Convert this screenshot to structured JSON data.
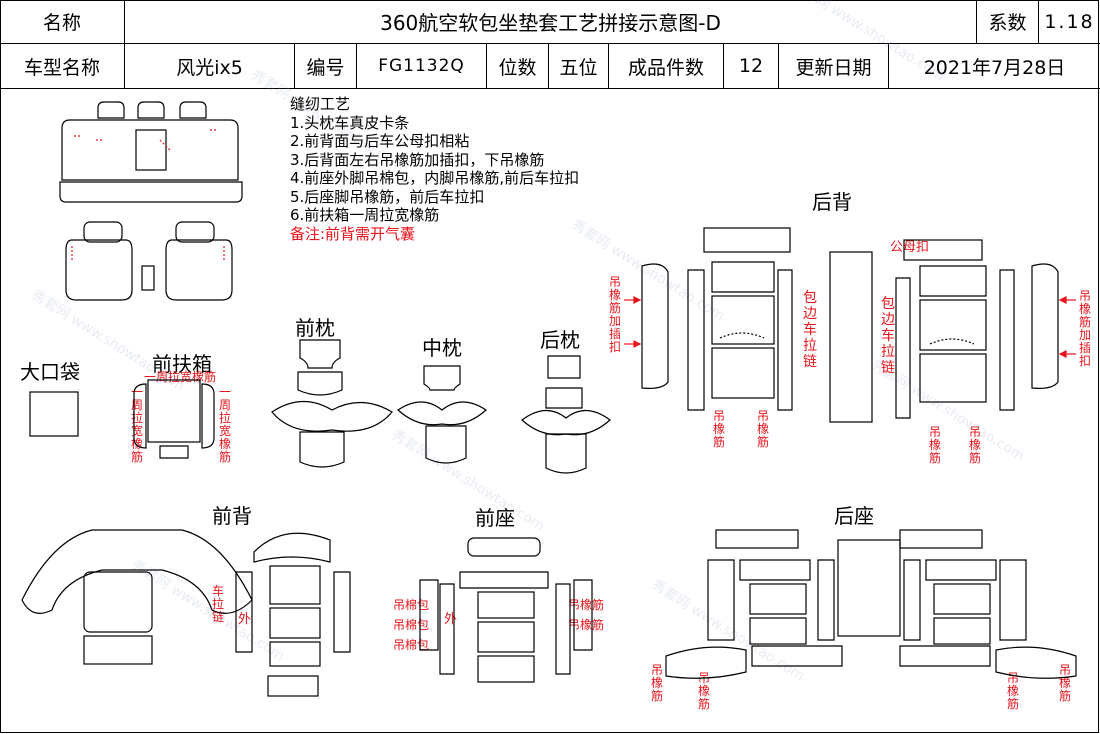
{
  "header": {
    "name_label": "名称",
    "title": "360航空软包坐垫套工艺拼接示意图-D",
    "coef_label": "系数",
    "coef_value": "1.18",
    "model_label": "车型名称",
    "model_value": "风光ix5",
    "code_label": "编号",
    "code_value": "FG1132Q",
    "seats_label": "位数",
    "seats_value": "五位",
    "pieces_label": "成品件数",
    "pieces_value": "12",
    "date_label": "更新日期",
    "date_value": "2021年7月28日"
  },
  "notes": {
    "heading": "缝纫工艺",
    "items": [
      "1.头枕车真皮卡条",
      "2.前背面与后车公母扣相粘",
      "3.后背面左右吊橡筋加插扣，下吊橡筋",
      "4.前座外脚吊棉包，内脚吊橡筋,前后车拉扣",
      "5.后座脚吊橡筋，前后车拉扣",
      "6.前扶箱一周拉宽橡筋"
    ],
    "remark": "备注:前背需开气囊"
  },
  "sections": {
    "front_headrest": "前枕",
    "middle_headrest": "中枕",
    "rear_headrest": "后枕",
    "big_pocket": "大口袋",
    "front_armrest": "前扶箱",
    "rear_back": "后背",
    "front_back": "前背",
    "front_seat": "前座",
    "rear_seat": "后座"
  },
  "annotations": {
    "armrest_top": "一周拉宽橡筋",
    "armrest_left": "一周拉宽橡筋",
    "armrest_right": "一周拉宽橡筋",
    "hang_insert_left": "吊橡筋加插扣",
    "hang_insert_right": "吊橡筋加插扣",
    "edge_zip_1": "包边车拉链",
    "edge_zip_2": "包边车拉链",
    "snap": "公母扣",
    "rb_rubber_1": "吊橡筋",
    "rb_rubber_2": "吊橡筋",
    "rb_rubber_3": "吊橡筋",
    "rb_rubber_4": "吊橡筋",
    "fb_zip": "车拉链",
    "fb_outer": "外",
    "fs_cotton_1": "吊棉包",
    "fs_cotton_2": "吊棉包",
    "fs_cotton_3": "吊棉包",
    "fs_outer": "外",
    "fs_rubber_1": "吊橡筋",
    "fs_rubber_2": "吊橡筋",
    "rs_rubber_1": "吊橡筋",
    "rs_rubber_2": "吊橡筋",
    "rs_rubber_3": "吊橡筋",
    "rs_rubber_4": "吊橡筋"
  },
  "watermark": "秀套网 www.showtao.com",
  "colors": {
    "accent_red": "#e8141b",
    "line": "#000000"
  }
}
